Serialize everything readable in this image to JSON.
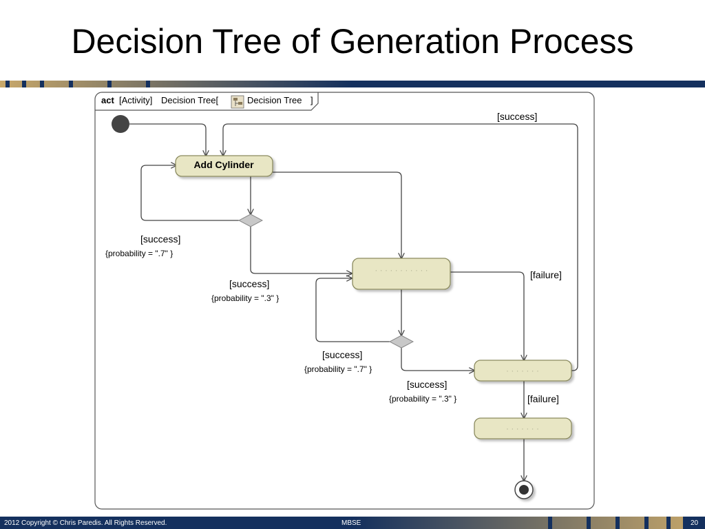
{
  "slide": {
    "title": "Decision Tree of Generation Process"
  },
  "frame": {
    "kind": "act",
    "type": "[Activity]",
    "name_prefix": "Decision Tree[",
    "name_icon": "activity-diagram-icon",
    "name_suffix": "Decision Tree",
    "close_bracket": "]"
  },
  "actions": [
    {
      "label": "Add Cylinder"
    },
    {
      "label": "· · · · · · · · · · ·"
    },
    {
      "label": "· · · · · · ·"
    },
    {
      "label": "· · · · · · ·"
    }
  ],
  "guards": {
    "top_success": "[success]",
    "success_1": "[success]",
    "prob_1": "{probability = \".7\"   }",
    "success_2": "[success]",
    "prob_2": "{probability = \".3\"   }",
    "failure_1": "[failure]",
    "success_3": "[success]",
    "prob_3": "{probability = \".7\"   }",
    "success_4": "[success]",
    "prob_4": "{probability = \".3\"   }",
    "failure_2": "[failure]"
  },
  "footer": {
    "copyright": "2012 Copyright © Chris Paredis. All Rights Reserved.",
    "center": "MBSE",
    "page_number": "20"
  },
  "colors": {
    "navy": "#14305e",
    "tan": "#c8a86a",
    "action_fill": "#e8e6c4",
    "action_stroke": "#8a8a5e",
    "decision_fill": "#c8c8c8"
  }
}
